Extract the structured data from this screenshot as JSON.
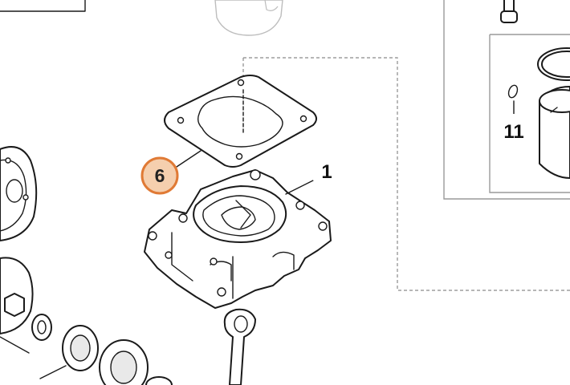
{
  "callouts": [
    {
      "id": "c6",
      "number": "6",
      "part": "gasket",
      "highlighted": true
    },
    {
      "id": "c1",
      "number": "1",
      "part": "crankcase",
      "highlighted": false
    },
    {
      "id": "c11",
      "number": "11",
      "part": "piston-pin-clip",
      "highlighted": false
    }
  ],
  "colors": {
    "highlight_fill": "#f5cfae",
    "highlight_ring": "#e07a35",
    "line": "#1a1a1a",
    "dashed_guide": "#8a8a8a"
  }
}
